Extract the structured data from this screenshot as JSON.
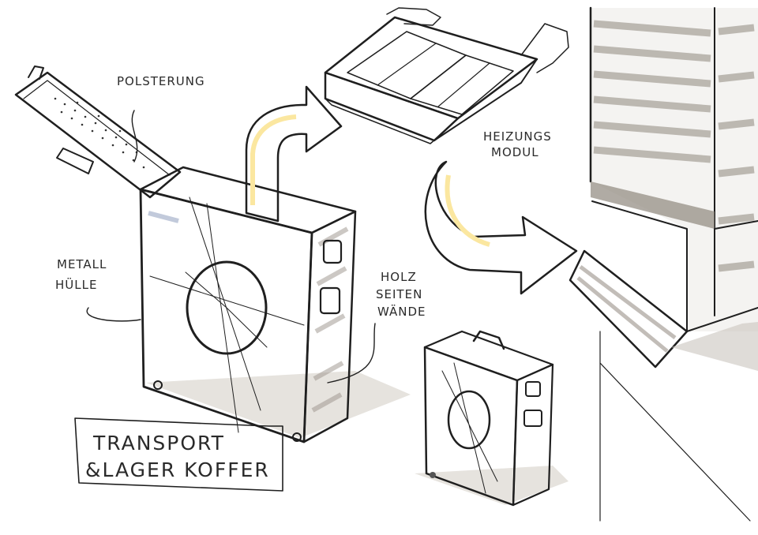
{
  "labels": {
    "padding": "POLSTERUNG",
    "heating_line1": "HEIZUNGS",
    "heating_line2": "MODUL",
    "metal_line1": "METALL",
    "metal_line2": "HÜLLE",
    "wood_line1": "HOLZ",
    "wood_line2": "SEITEN",
    "wood_line3": "WÄNDE",
    "title_line1": "TRANSPORT",
    "title_line2": "&LAGER KOFFER"
  },
  "colors": {
    "ink": "#1f1f1f",
    "arrow_yellow": "#f4c842",
    "arrow_highlight": "#fbe7a0",
    "marker_grey": "#c9c5be",
    "marker_dark_grey": "#8f887e",
    "blue_grey": "#c3cbe0",
    "paper": "#ffffff"
  }
}
